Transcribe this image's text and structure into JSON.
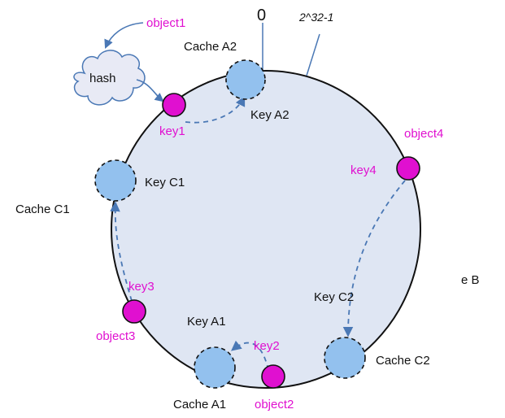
{
  "labels": {
    "zero": "0",
    "max": "2^32-1",
    "hash": "hash",
    "object1": "object1",
    "object2": "object2",
    "object3": "object3",
    "object4": "object4",
    "key1": "key1",
    "key2": "key2",
    "key3": "key3",
    "key4": "key4",
    "cache_a1": "Cache A1",
    "cache_a2": "Cache A2",
    "cache_c1": "Cache C1",
    "cache_c2": "Cache C2",
    "key_a1": "Key A1",
    "key_a2": "Key A2",
    "key_c1": "Key C1",
    "key_c2": "Key C2",
    "cache_b_partial": "e B"
  },
  "colors": {
    "ring_fill": "#dfe6f3",
    "ring_stroke": "#111111",
    "cache_fill": "#93c1ee",
    "key_fill": "#e010d0",
    "arrow": "#4a78b5",
    "magenta_text": "#e010d0"
  }
}
